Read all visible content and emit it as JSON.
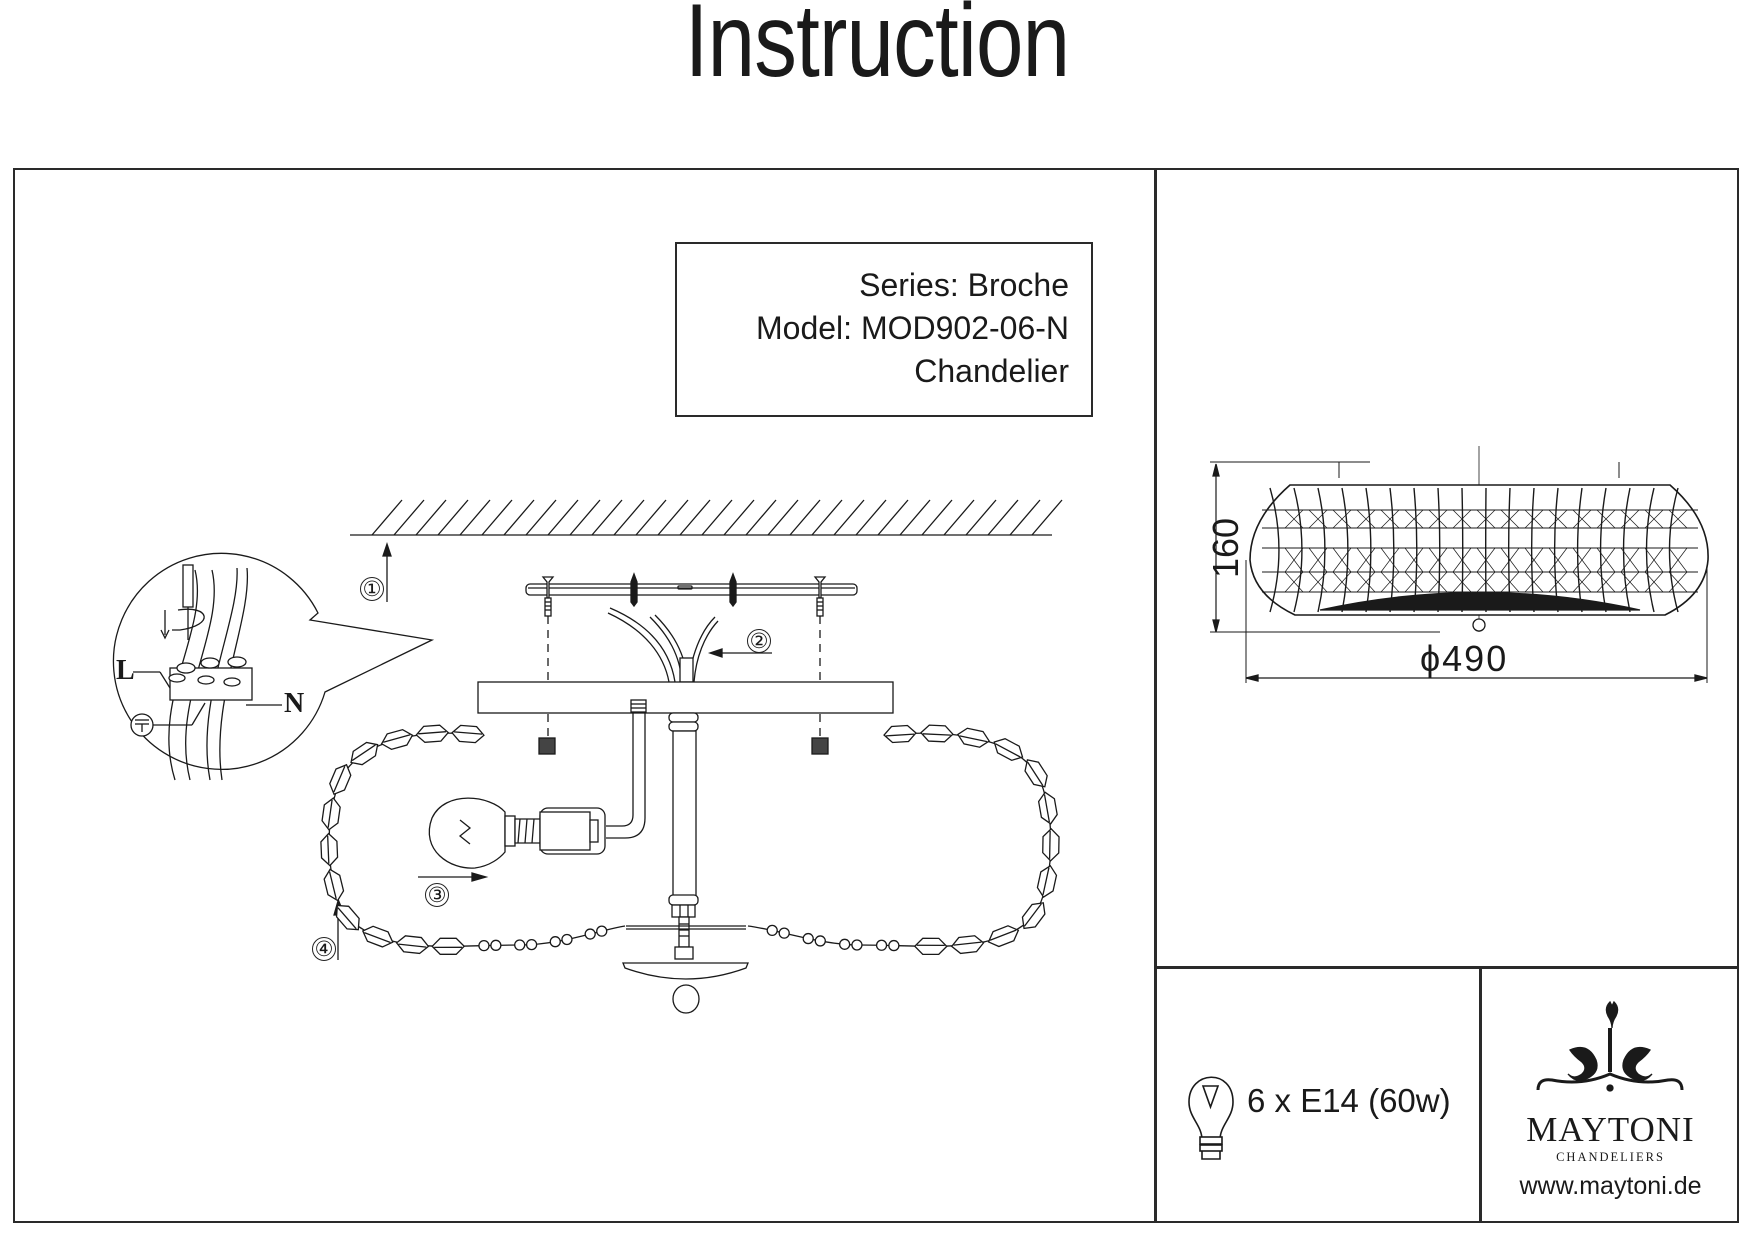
{
  "page": {
    "title": "Instruction"
  },
  "product_info": {
    "series": "Series: Broche",
    "model": "Model: MOD902-06-N",
    "type": "Chandelier"
  },
  "dimensions": {
    "height": "160",
    "diameter": "ϕ490"
  },
  "assembly_steps": [
    {
      "number": "①",
      "meaning": "mount plate to ceiling"
    },
    {
      "number": "②",
      "meaning": "connect wires"
    },
    {
      "number": "③",
      "meaning": "insert bulb"
    },
    {
      "number": "④",
      "meaning": "attach crystal garland"
    }
  ],
  "wiring_detail": {
    "live_label": "L",
    "neutral_label": "N",
    "earth_symbol": "earth-ground-icon"
  },
  "bulb": {
    "spec": "6 x E14 (60w)",
    "icon": "light-bulb-icon"
  },
  "brand": {
    "name": "MAYTONI",
    "subtitle": "CHANDELIERS",
    "website": "www.maytoni.de",
    "logo_icon": "maytoni-ornament-icon"
  },
  "colors": {
    "ink": "#1a1a1a",
    "paper": "#ffffff"
  }
}
